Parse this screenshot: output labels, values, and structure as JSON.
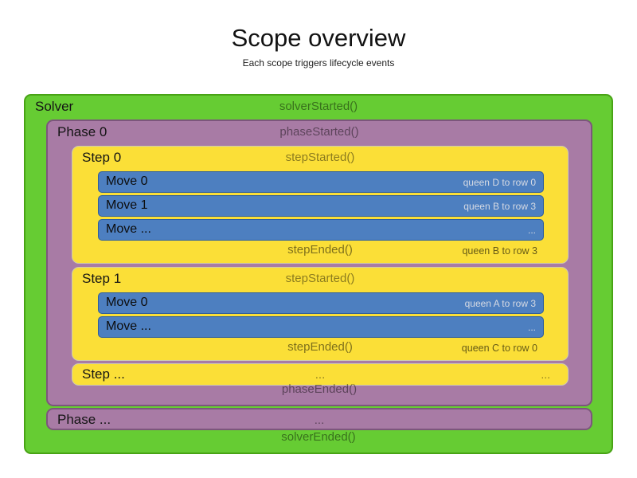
{
  "title": "Scope overview",
  "subtitle": "Each scope triggers lifecycle events",
  "solver": {
    "label": "Solver",
    "started": "solverStarted()",
    "ended": "solverEnded()",
    "phases": [
      {
        "label": "Phase 0",
        "started": "phaseStarted()",
        "ended": "phaseEnded()",
        "steps": [
          {
            "label": "Step 0",
            "started": "stepStarted()",
            "ended": "stepEnded()",
            "ended_detail": "queen B to row 3",
            "moves": [
              {
                "label": "Move 0",
                "detail": "queen D to row 0"
              },
              {
                "label": "Move 1",
                "detail": "queen B to row 3"
              },
              {
                "label": "Move ...",
                "detail": "..."
              }
            ]
          },
          {
            "label": "Step 1",
            "started": "stepStarted()",
            "ended": "stepEnded()",
            "ended_detail": "queen C to row 0",
            "moves": [
              {
                "label": "Move 0",
                "detail": "queen A to row 3"
              },
              {
                "label": "Move ...",
                "detail": "..."
              }
            ]
          },
          {
            "label": "Step ...",
            "center": "...",
            "right": "..."
          }
        ]
      },
      {
        "label": "Phase ...",
        "center": "..."
      }
    ]
  },
  "colors": {
    "solver_green": "#66cc33",
    "phase_purple": "#a87ba5",
    "step_yellow": "#fbdf37",
    "move_blue": "#4d7fc0"
  }
}
